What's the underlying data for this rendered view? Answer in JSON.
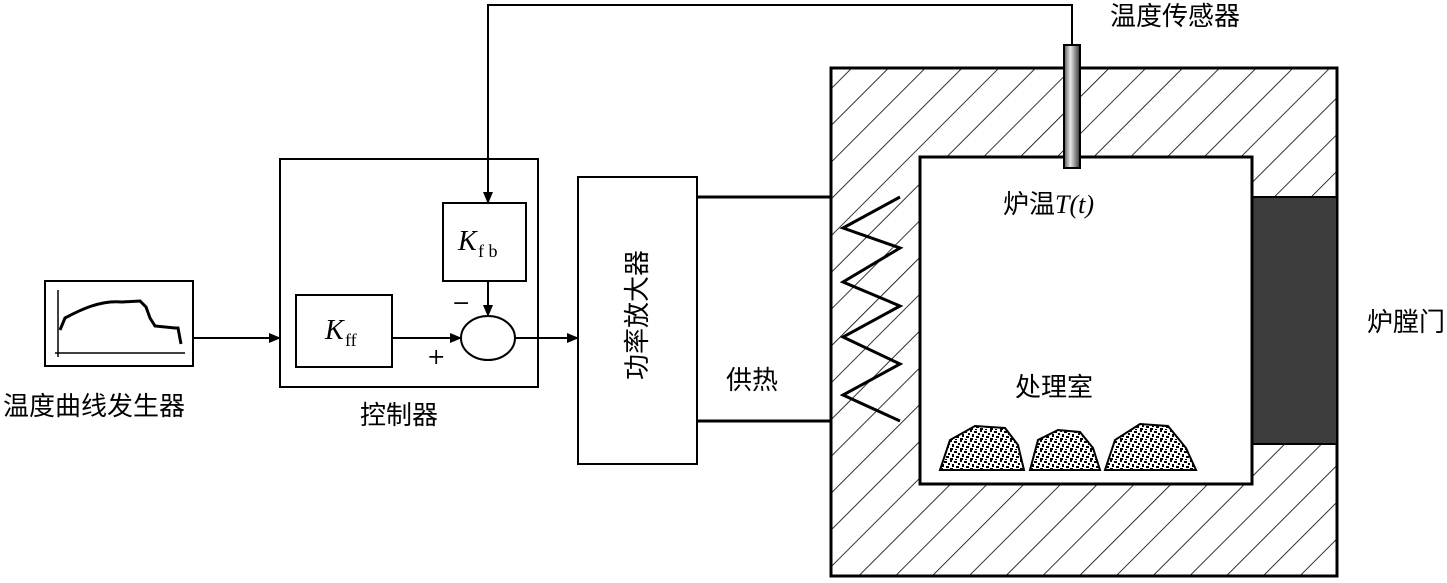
{
  "labels": {
    "temp_curve_generator": "温度曲线发生器",
    "controller": "控制器",
    "k_ff": "K",
    "k_ff_sub": "ff",
    "k_fb": "K",
    "k_fb_sub": "f b",
    "sign_minus": "−",
    "sign_plus": "+",
    "power_amplifier": "功率放大器",
    "heat_supply": "供热",
    "temp_sensor": "温度传感器",
    "furnace_temp_prefix": "炉温",
    "furnace_temp_symbol": "T",
    "furnace_temp_arg": "(t)",
    "treatment_chamber": "处理室",
    "furnace_door": "炉膛门"
  }
}
